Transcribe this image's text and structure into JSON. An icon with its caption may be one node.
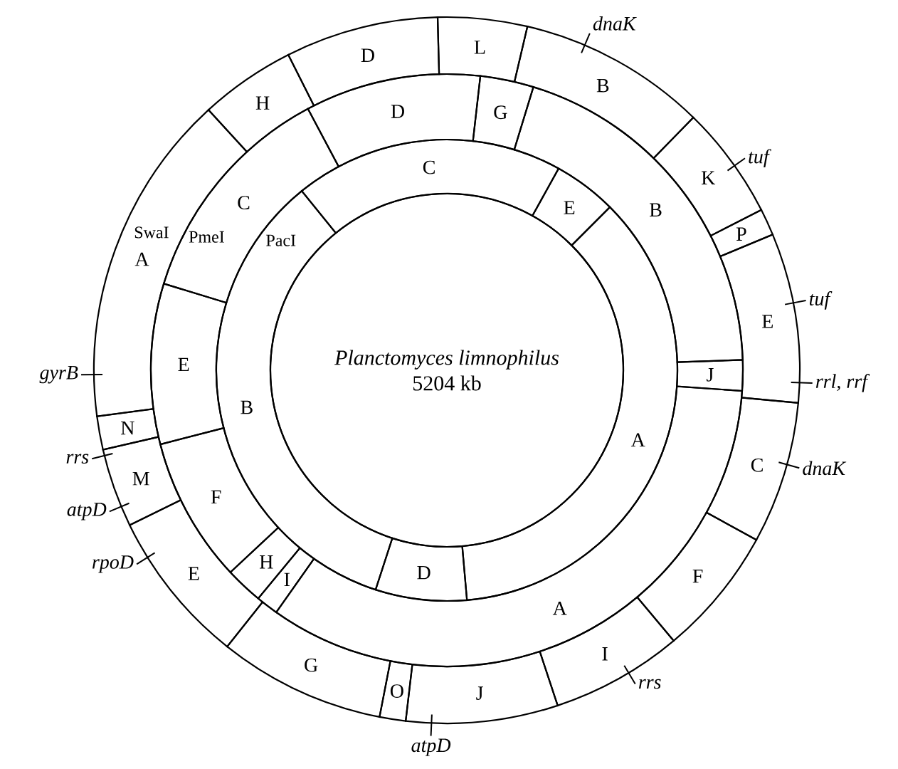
{
  "diagram": {
    "nodes": [
      {
        "text": [
          "Planctomyces limnophilus",
          "5204 kb"
        ]
      },
      {
        "text": [
          "D"
        ]
      },
      {
        "text": [
          "L"
        ]
      },
      {
        "text": [
          "B"
        ]
      },
      {
        "text": [
          "K"
        ]
      },
      {
        "text": [
          "P"
        ]
      },
      {
        "text": [
          "E"
        ]
      },
      {
        "text": [
          "C"
        ]
      },
      {
        "text": [
          "F"
        ]
      },
      {
        "text": [
          "I"
        ]
      },
      {
        "text": [
          "J"
        ]
      },
      {
        "text": [
          "O"
        ]
      },
      {
        "text": [
          "G"
        ]
      },
      {
        "text": [
          "E"
        ]
      },
      {
        "text": [
          "M"
        ]
      },
      {
        "text": [
          "N"
        ]
      },
      {
        "text": [
          "A"
        ]
      },
      {
        "text": [
          "H"
        ]
      },
      {
        "text": [
          "D"
        ]
      },
      {
        "text": [
          "G"
        ]
      },
      {
        "text": [
          "B"
        ]
      },
      {
        "text": [
          "J"
        ]
      },
      {
        "text": [
          "A"
        ]
      },
      {
        "text": [
          "I"
        ]
      },
      {
        "text": [
          "H"
        ]
      },
      {
        "text": [
          "F"
        ]
      },
      {
        "text": [
          "E"
        ]
      },
      {
        "text": [
          "C"
        ]
      },
      {
        "text": [
          "C"
        ]
      },
      {
        "text": [
          "E"
        ]
      },
      {
        "text": [
          "A"
        ]
      },
      {
        "text": [
          "D"
        ]
      },
      {
        "text": [
          "B"
        ]
      },
      {
        "text": [
          "dnaK"
        ]
      },
      {
        "text": [
          "tuf"
        ]
      },
      {
        "text": [
          "tuf"
        ]
      },
      {
        "text": [
          "gyrB"
        ]
      },
      {
        "text": [
          "rrl, rrf"
        ]
      },
      {
        "text": [
          "rrs"
        ]
      },
      {
        "text": [
          "dnaK"
        ]
      },
      {
        "text": [
          "atpD"
        ]
      },
      {
        "text": [
          "rpoD"
        ]
      },
      {
        "text": [
          "rrs"
        ]
      },
      {
        "text": [
          "atpD"
        ]
      }
    ],
    "edges": [
      {
        "from": 33,
        "to": 3,
        "arrow": "none"
      },
      {
        "from": 34,
        "to": 4,
        "arrow": "none"
      },
      {
        "from": 35,
        "to": 6,
        "arrow": "none"
      },
      {
        "from": 36,
        "to": 16,
        "arrow": "none"
      },
      {
        "from": 37,
        "to": 6,
        "arrow": "none"
      },
      {
        "from": 38,
        "to": 14,
        "arrow": "none"
      },
      {
        "from": 39,
        "to": 7,
        "arrow": "none"
      },
      {
        "from": 40,
        "to": 14,
        "arrow": "none"
      },
      {
        "from": 41,
        "to": 13,
        "arrow": "none"
      },
      {
        "from": 42,
        "to": 9,
        "arrow": "none"
      },
      {
        "from": 43,
        "to": 10,
        "arrow": "none"
      }
    ],
    "labels": [
      "SwaI",
      "PmeI",
      "PacI"
    ]
  }
}
